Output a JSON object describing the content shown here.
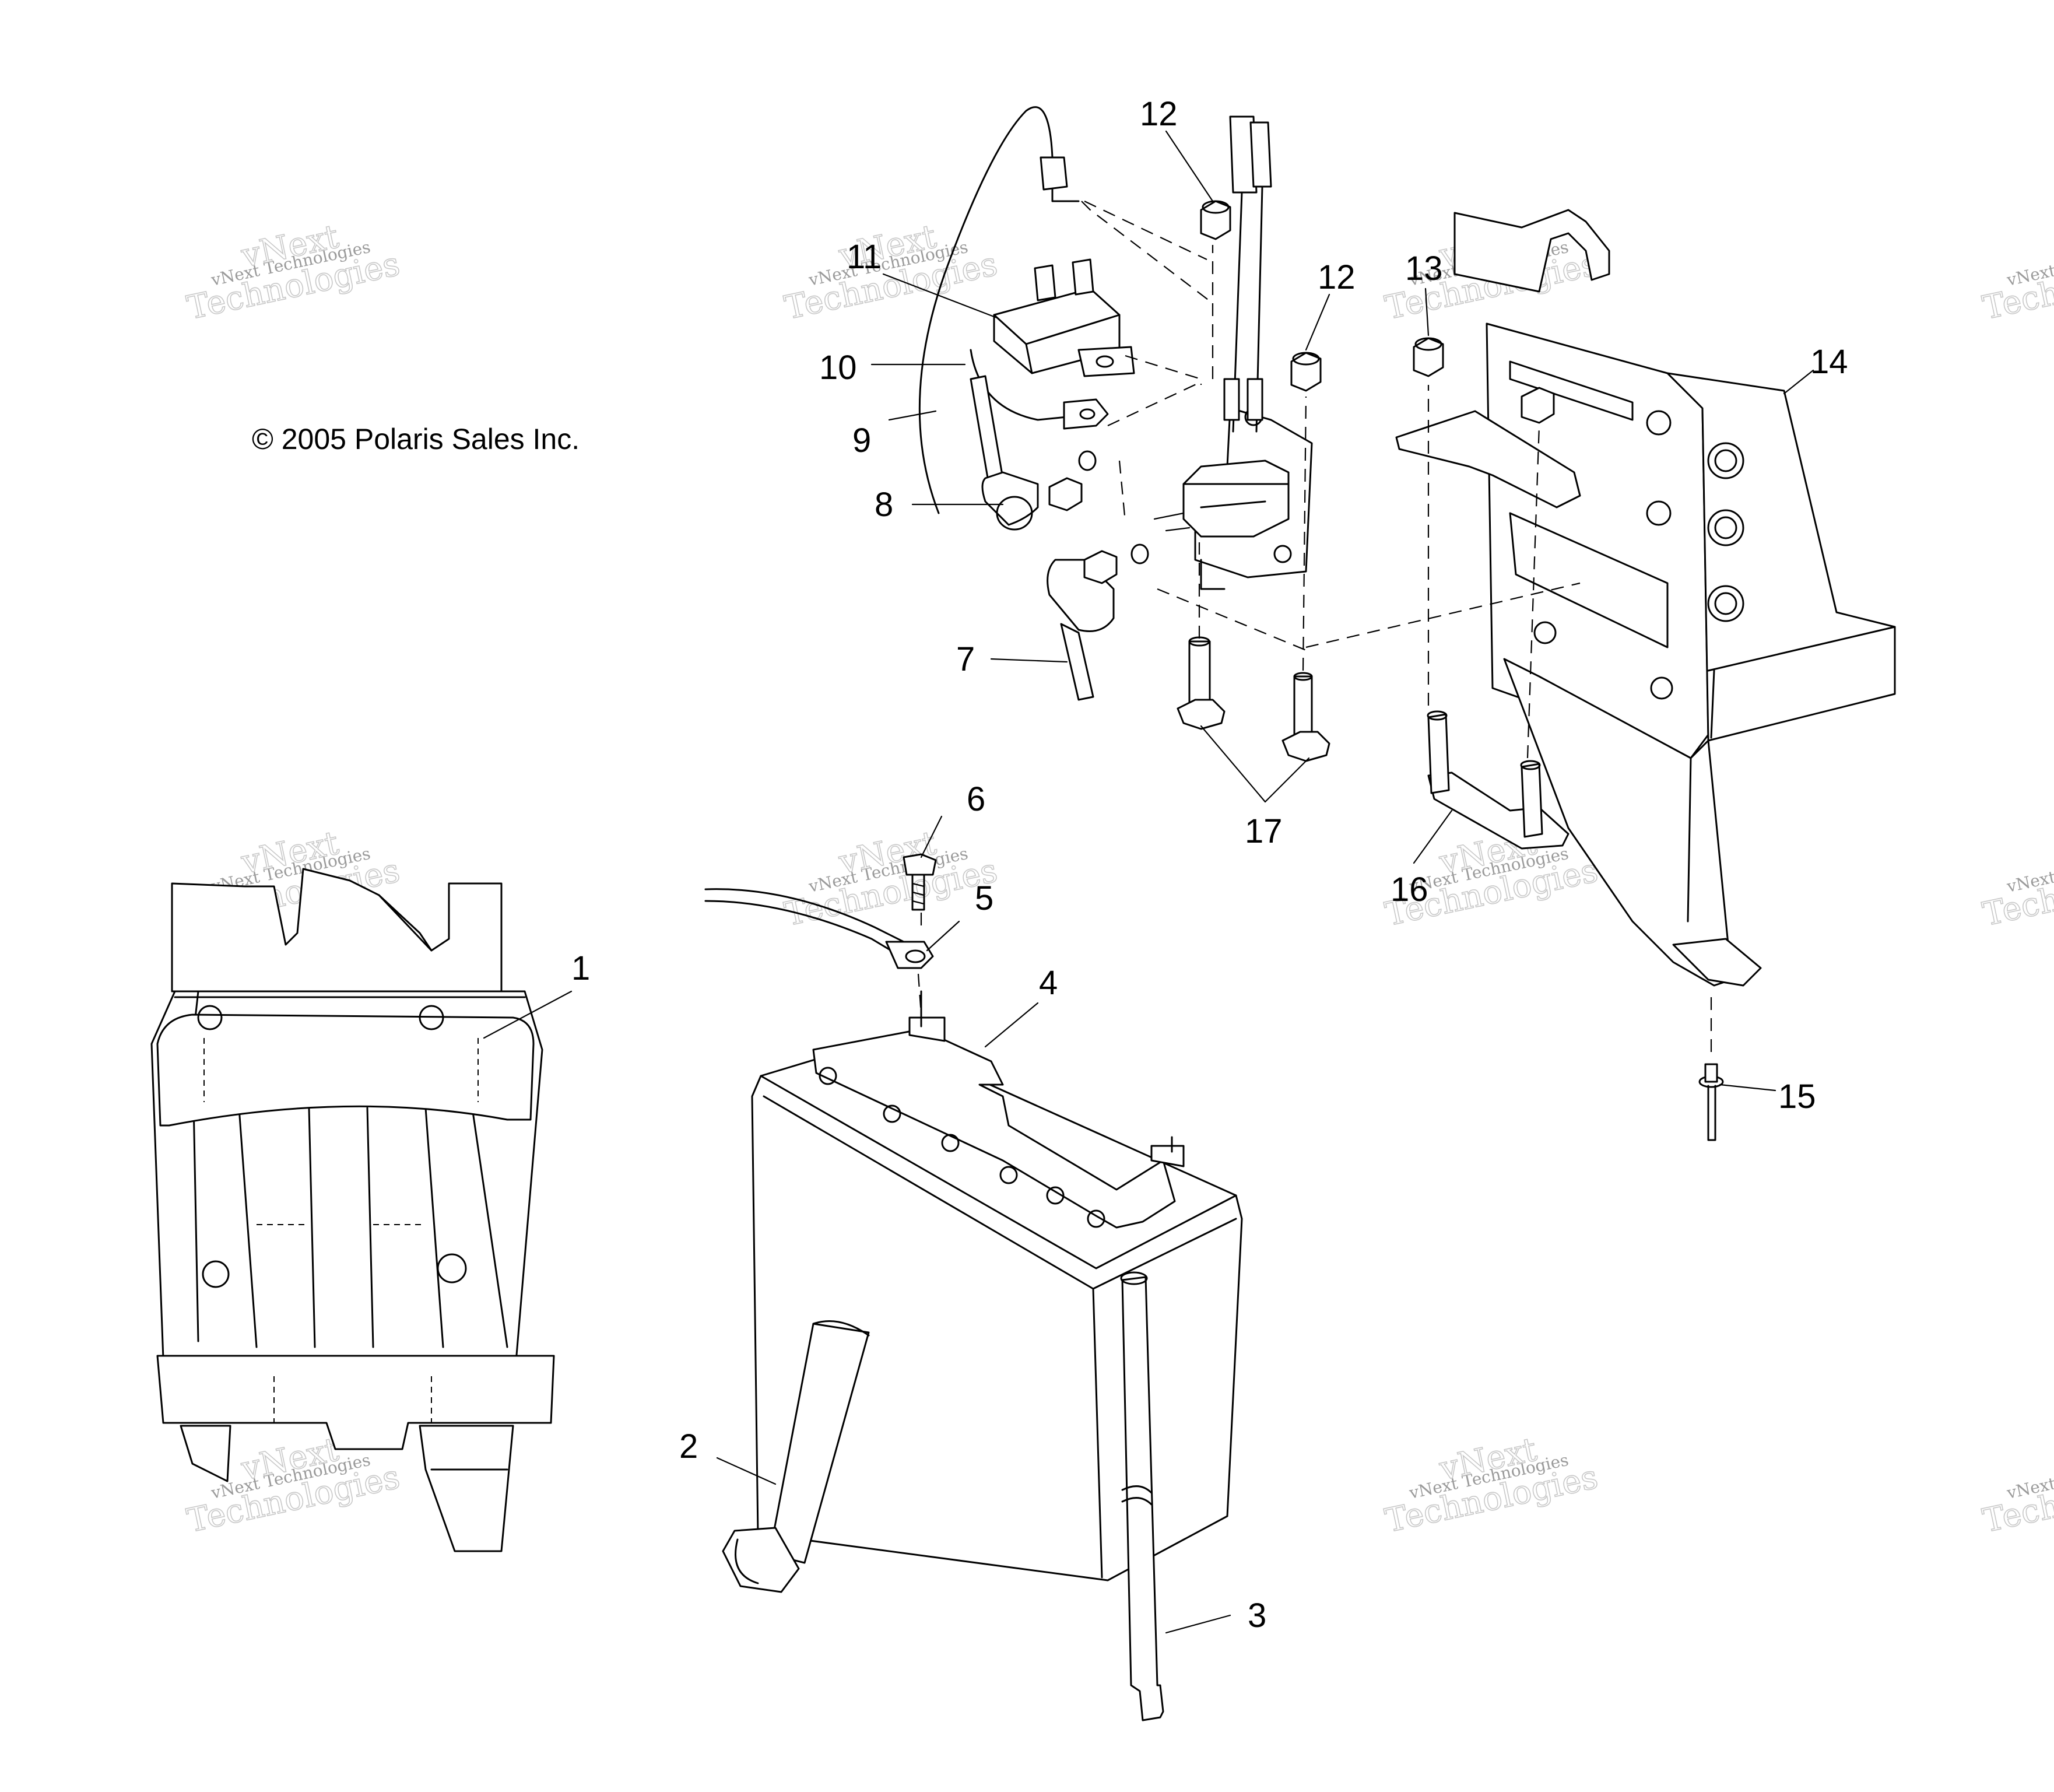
{
  "copyright": "© 2005 Polaris Sales Inc.",
  "watermark": {
    "line1": "vNext Technologies",
    "line2": "Technologies",
    "line3": "vNext"
  },
  "callouts": [
    "1",
    "2",
    "3",
    "4",
    "5",
    "6",
    "7",
    "8",
    "9",
    "10",
    "11",
    "12",
    "12",
    "13",
    "14",
    "15",
    "16",
    "17"
  ]
}
